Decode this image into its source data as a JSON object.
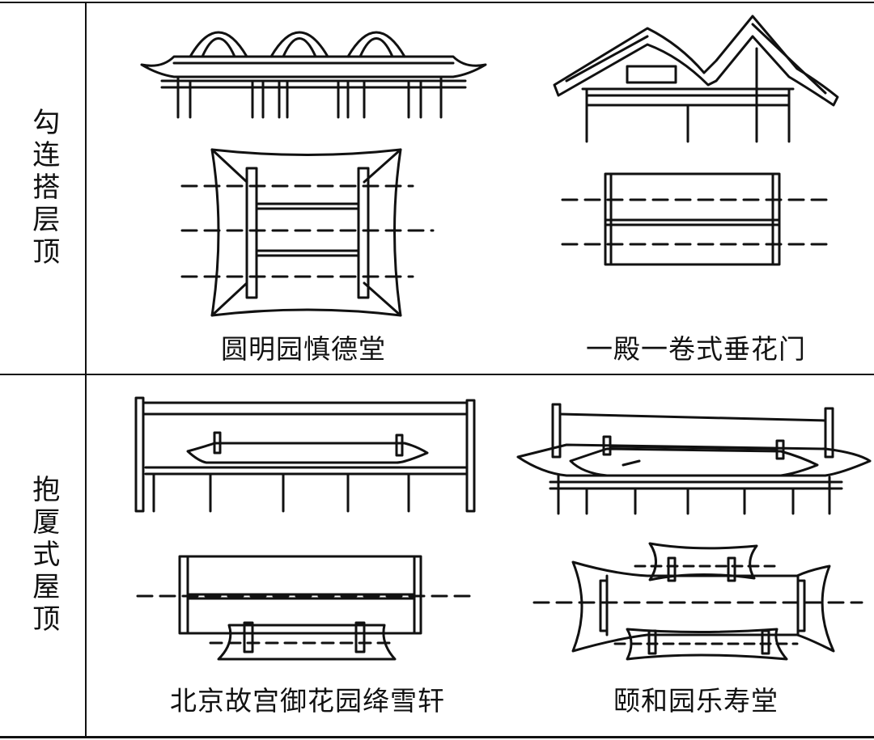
{
  "rows": [
    {
      "label": "勾连搭层顶",
      "cells": [
        {
          "caption": "圆明园慎德堂",
          "drawing": "triple-ridge-roof-elevation-and-plan"
        },
        {
          "caption": "一殿一卷式垂花门",
          "drawing": "double-roof-gate-elevation-and-plan"
        }
      ]
    },
    {
      "label": "抱厦式屋顶",
      "cells": [
        {
          "caption": "北京故宫御花园绛雪轩",
          "drawing": "front-porch-roof-elevation-and-plan"
        },
        {
          "caption": "颐和园乐寿堂",
          "drawing": "cross-porch-roof-elevation-and-plan"
        }
      ]
    }
  ],
  "colors": {
    "ink": "#111111",
    "background": "#ffffff"
  }
}
